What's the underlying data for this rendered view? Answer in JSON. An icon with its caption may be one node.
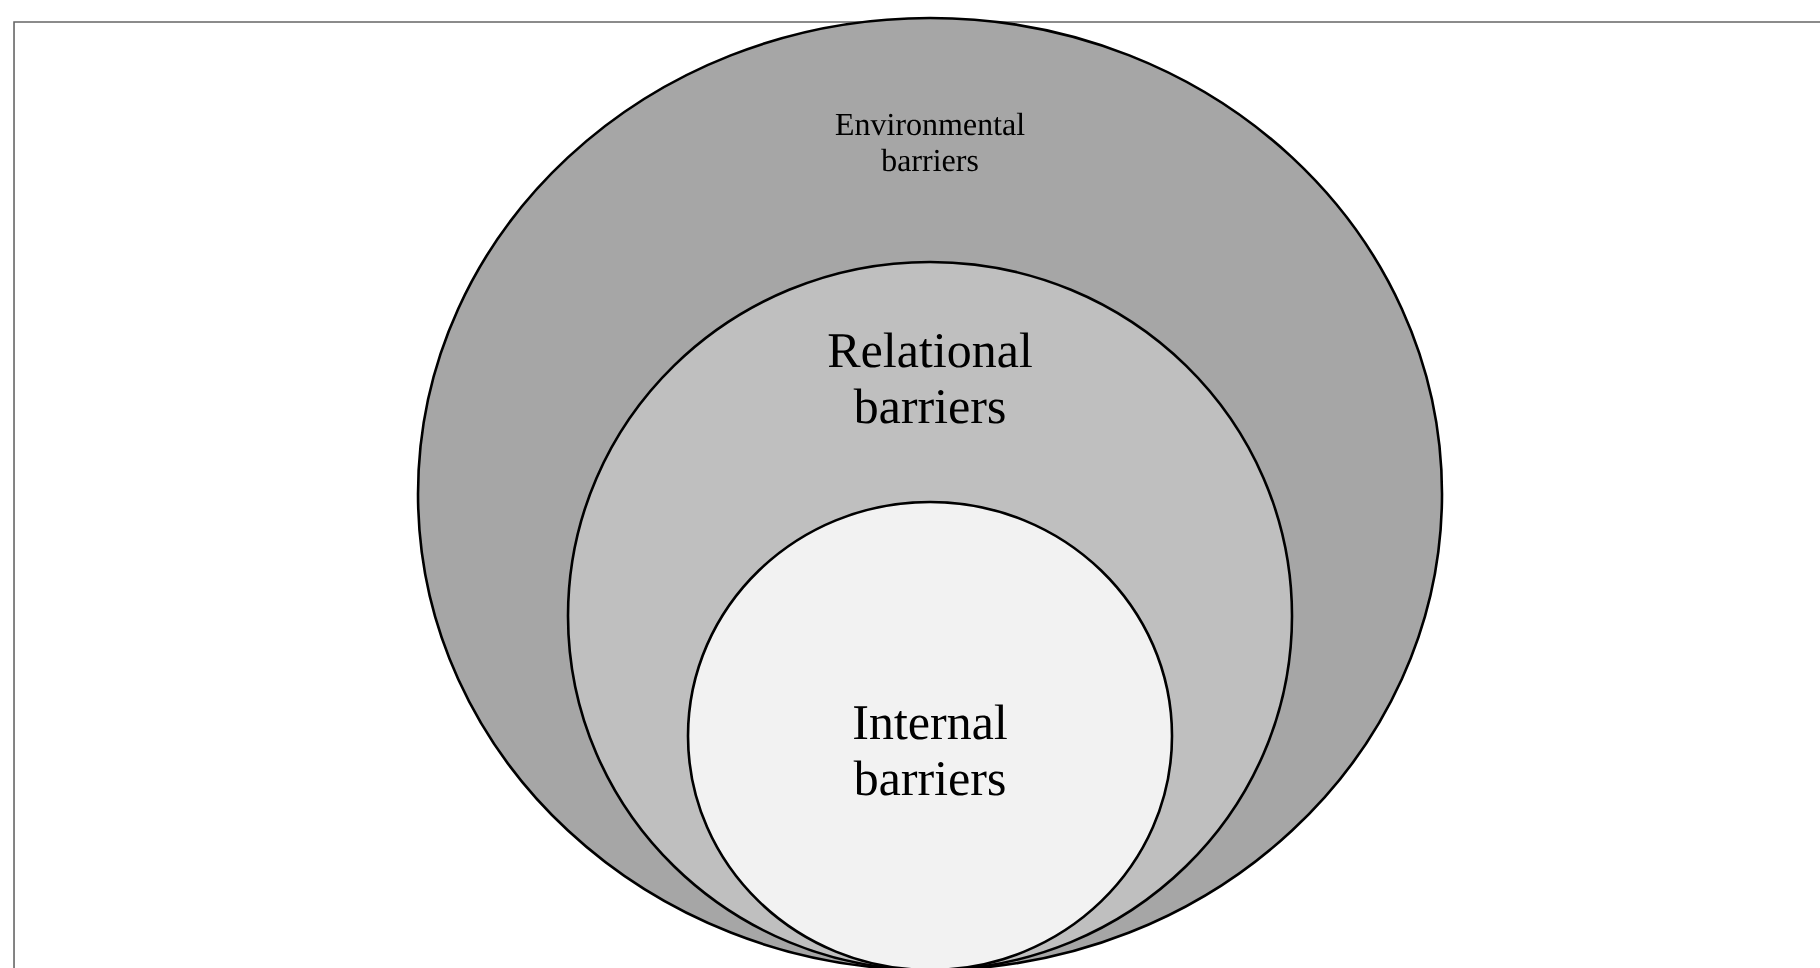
{
  "diagram": {
    "nodes": [
      {
        "text": [
          "Environmental barriers"
        ]
      },
      {
        "text": [
          "Relational barriers"
        ],
        "in": 0
      },
      {
        "text": [
          "Internal barriers"
        ],
        "in": 1
      }
    ]
  }
}
